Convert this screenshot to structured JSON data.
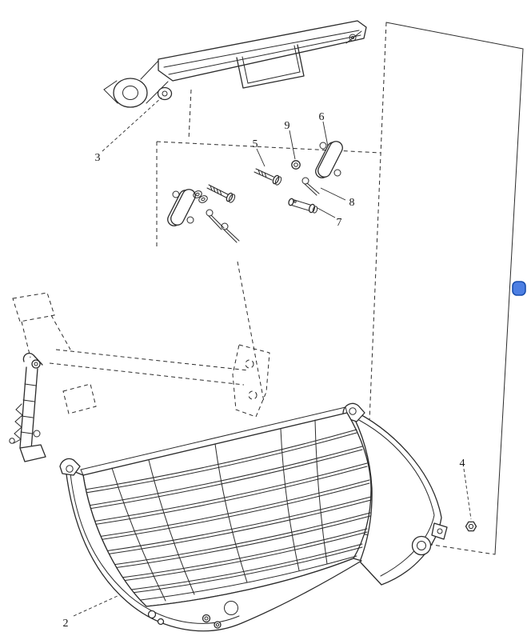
{
  "figure": {
    "callouts": [
      {
        "label": "2"
      },
      {
        "label": "3"
      },
      {
        "label": "4"
      },
      {
        "label": "5"
      },
      {
        "label": "6"
      },
      {
        "label": "7"
      },
      {
        "label": "8"
      },
      {
        "label": "9"
      }
    ],
    "colors": {
      "line": "#2b2b2b",
      "background": "#ffffff",
      "marker_fill": "#4d7fe3",
      "marker_border": "#1a4fae"
    }
  }
}
